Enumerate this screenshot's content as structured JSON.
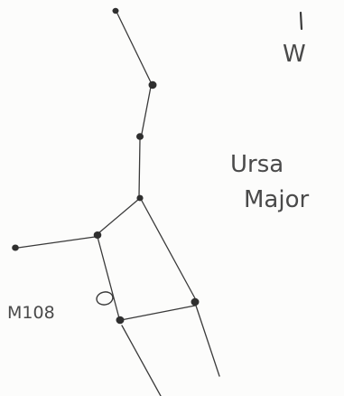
{
  "labels": {
    "compass_direction": "W",
    "constellation_line1": "Ursa",
    "constellation_line2": "Major",
    "object": "M108"
  },
  "stars": [
    {
      "name": "star-1"
    },
    {
      "name": "star-2"
    },
    {
      "name": "star-3"
    },
    {
      "name": "star-4"
    },
    {
      "name": "star-5"
    },
    {
      "name": "star-6"
    },
    {
      "name": "star-7"
    },
    {
      "name": "star-8"
    }
  ],
  "colors": {
    "ink": "#3a3a3a",
    "paper": "#fcfcfb"
  }
}
